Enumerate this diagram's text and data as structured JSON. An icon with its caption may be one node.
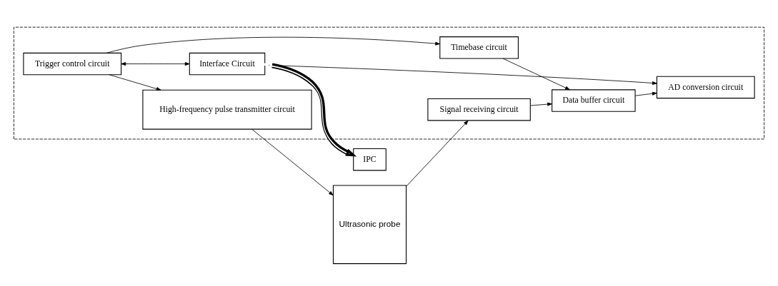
{
  "diagram": {
    "nodes": [
      {
        "text": [],
        "shape": "box"
      },
      {
        "text": [
          "High-frequency pulse transmitter circuit"
        ],
        "in": 0
      },
      {
        "text": [
          "Trigger control circuit"
        ],
        "in": 0
      },
      {
        "text": [
          "Signal receiving circuit"
        ],
        "in": 0
      },
      {
        "text": [
          "Timebase circuit"
        ],
        "in": 0
      },
      {
        "text": [
          "Interface Circuit"
        ],
        "in": 0
      },
      {
        "text": [
          "Data buffer circuit"
        ],
        "in": 0
      },
      {
        "text": [
          "AD conversion circuit"
        ],
        "in": 0
      },
      {
        "text": [
          "IPC"
        ]
      },
      {
        "text": [
          "Ultrasonic probe"
        ]
      }
    ],
    "edges": [
      {
        "from": 2,
        "to": 1,
        "arrow": "to"
      },
      {
        "from": 1,
        "to": 9,
        "arrow": "to"
      },
      {
        "from": 9,
        "to": 3,
        "arrow": "to"
      },
      {
        "from": 2,
        "to": 5,
        "arrow": "both"
      },
      {
        "from": 2,
        "to": 4,
        "arrow": "to"
      },
      {
        "from": 5,
        "to": 8,
        "arrow": "both",
        "style": "thick"
      },
      {
        "from": 3,
        "to": 6,
        "arrow": "to"
      },
      {
        "from": 4,
        "to": 6,
        "arrow": "to"
      },
      {
        "from": 6,
        "to": 7,
        "arrow": "to"
      },
      {
        "from": 5,
        "to": 7,
        "arrow": "both"
      }
    ]
  }
}
